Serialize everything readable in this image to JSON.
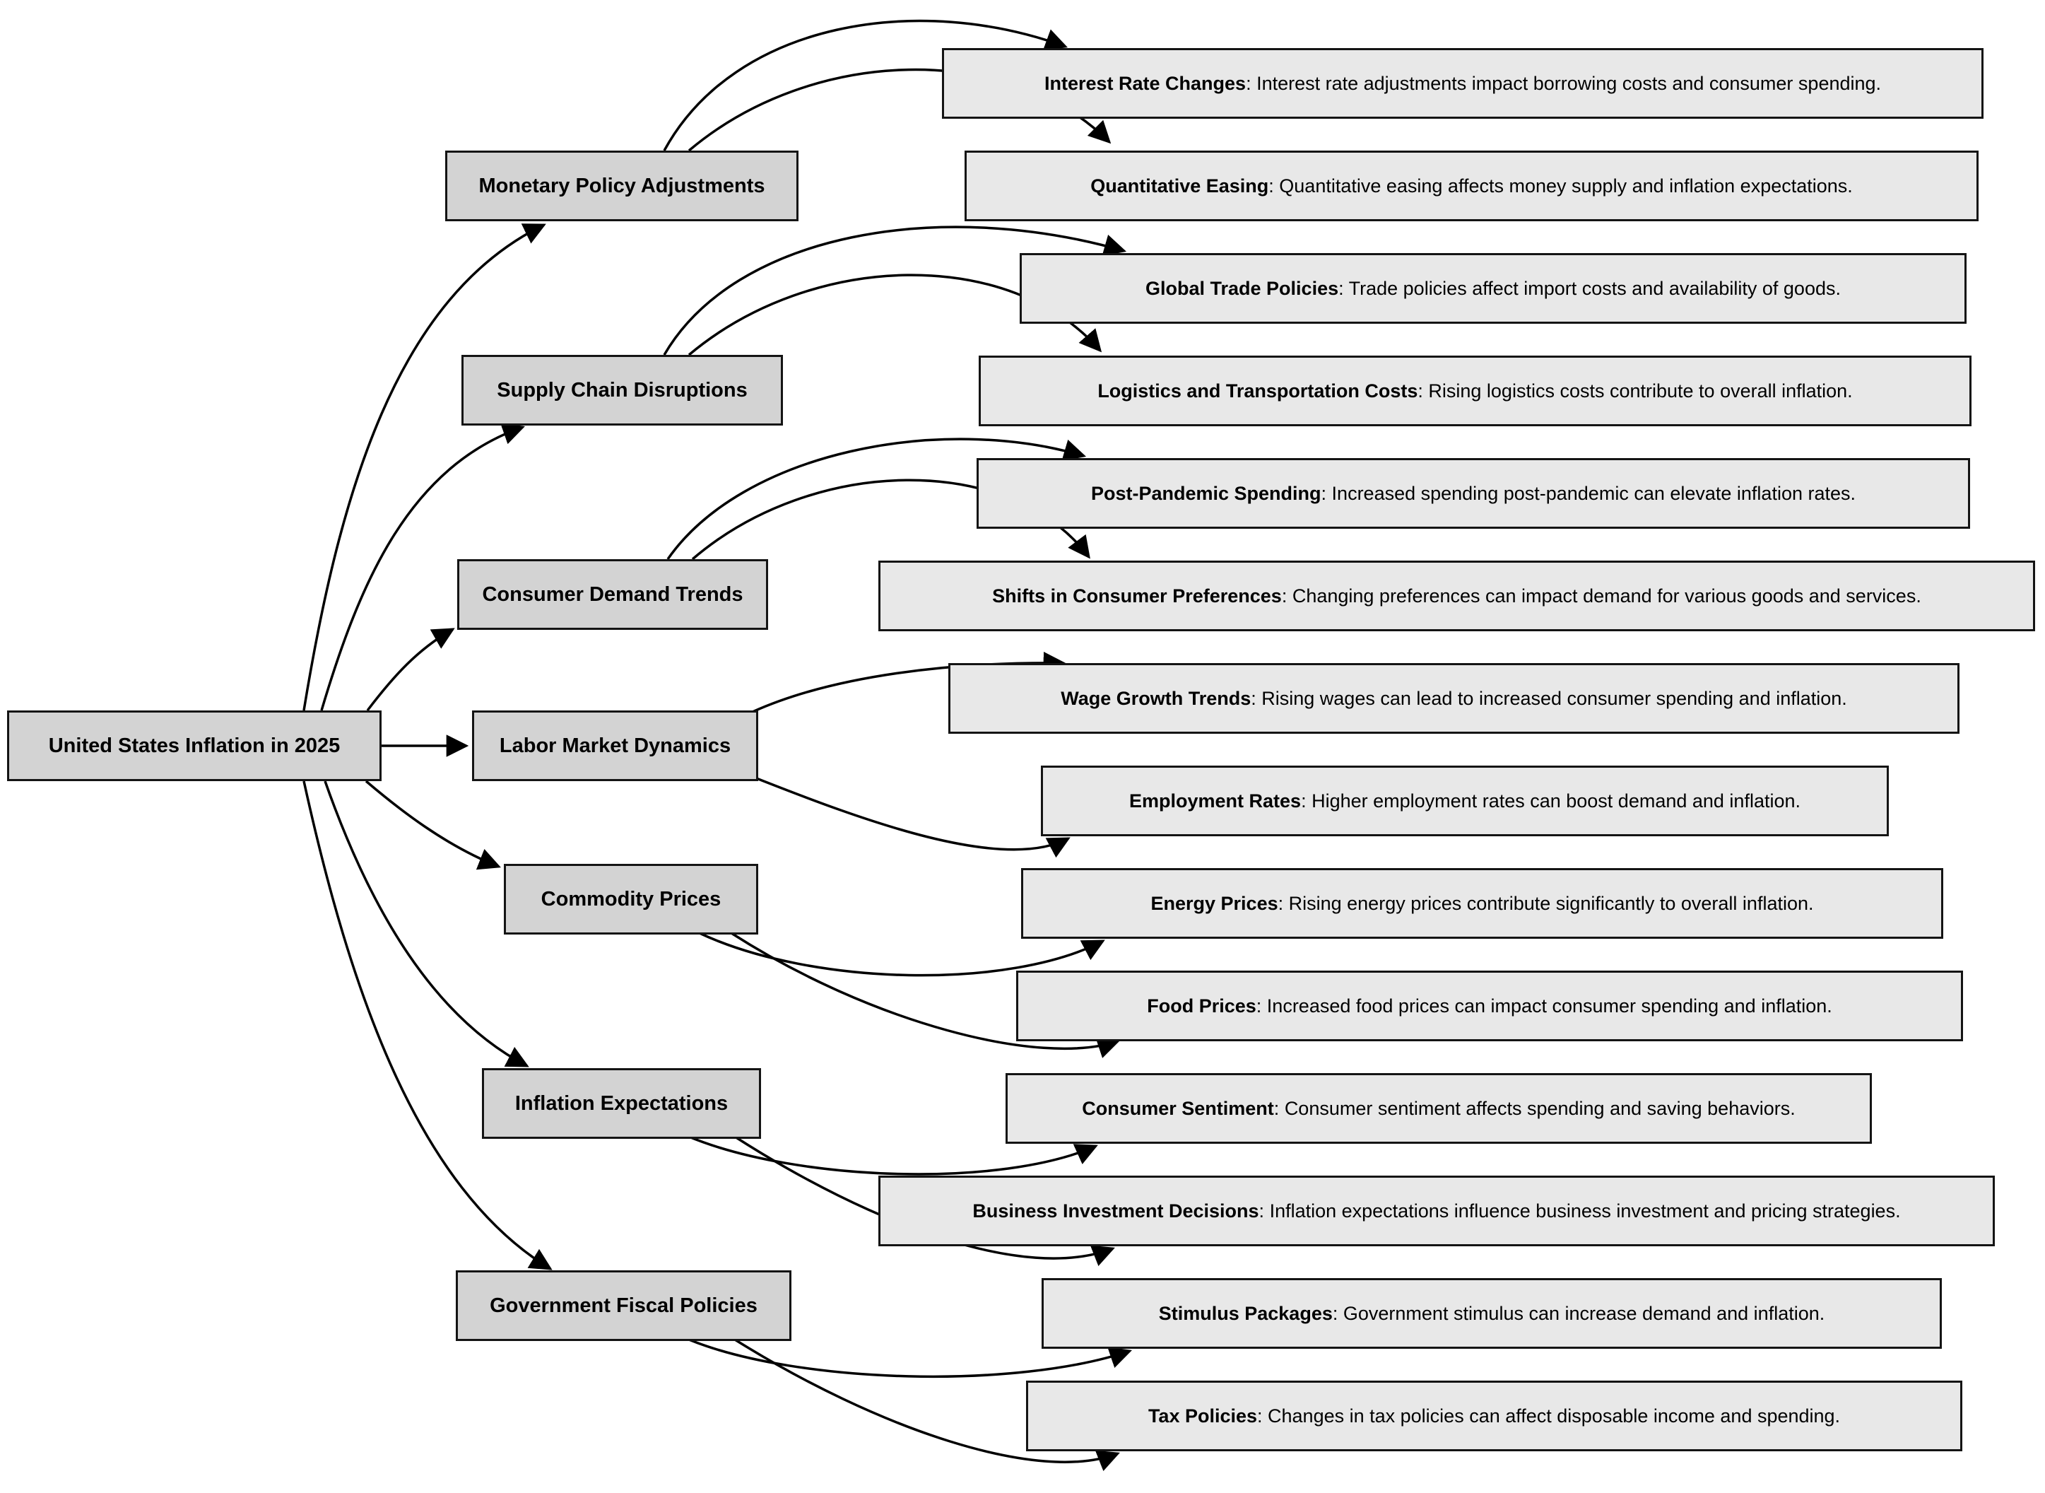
{
  "diagram": {
    "title": "United States Inflation in 2025 mind map",
    "separator": ": ",
    "colors": {
      "category_fill": "#d3d3d3",
      "leaf_fill": "#e8e8e8",
      "border": "#141414",
      "edge": "#000000",
      "background": "#ffffff",
      "text": "#000000"
    },
    "root": {
      "label": "United States Inflation in 2025"
    },
    "categories": [
      {
        "label": "Monetary Policy Adjustments",
        "children": [
          {
            "title": "Interest Rate Changes",
            "desc": "Interest rate adjustments impact borrowing costs and consumer spending."
          },
          {
            "title": "Quantitative Easing",
            "desc": "Quantitative easing affects money supply and inflation expectations."
          }
        ]
      },
      {
        "label": "Supply Chain Disruptions",
        "children": [
          {
            "title": "Global Trade Policies",
            "desc": "Trade policies affect import costs and availability of goods."
          },
          {
            "title": "Logistics and Transportation Costs",
            "desc": "Rising logistics costs contribute to overall inflation."
          }
        ]
      },
      {
        "label": "Consumer Demand Trends",
        "children": [
          {
            "title": "Post-Pandemic Spending",
            "desc": "Increased spending post-pandemic can elevate inflation rates."
          },
          {
            "title": "Shifts in Consumer Preferences",
            "desc": "Changing preferences can impact demand for various goods and services."
          }
        ]
      },
      {
        "label": "Labor Market Dynamics",
        "children": [
          {
            "title": "Wage Growth Trends",
            "desc": "Rising wages can lead to increased consumer spending and inflation."
          },
          {
            "title": "Employment Rates",
            "desc": "Higher employment rates can boost demand and inflation."
          }
        ]
      },
      {
        "label": "Commodity Prices",
        "children": [
          {
            "title": "Energy Prices",
            "desc": "Rising energy prices contribute significantly to overall inflation."
          },
          {
            "title": "Food Prices",
            "desc": "Increased food prices can impact consumer spending and inflation."
          }
        ]
      },
      {
        "label": "Inflation Expectations",
        "children": [
          {
            "title": "Consumer Sentiment",
            "desc": "Consumer sentiment affects spending and saving behaviors."
          },
          {
            "title": "Business Investment Decisions",
            "desc": "Inflation expectations influence business investment and pricing strategies."
          }
        ]
      },
      {
        "label": "Government Fiscal Policies",
        "children": [
          {
            "title": "Stimulus Packages",
            "desc": "Government stimulus can increase demand and inflation."
          },
          {
            "title": "Tax Policies",
            "desc": "Changes in tax policies can affect disposable income and spending."
          }
        ]
      }
    ]
  }
}
